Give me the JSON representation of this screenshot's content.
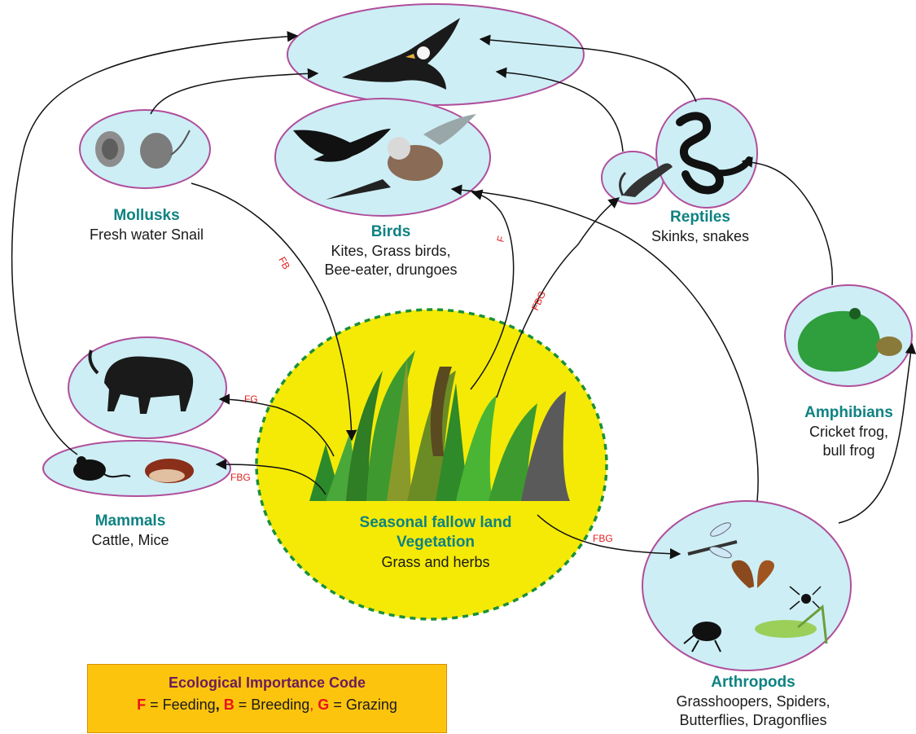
{
  "colors": {
    "node_fill": "#cdeef5",
    "node_stroke": "#b04e9b",
    "vegetation_fill": "#f4ea06",
    "vegetation_stroke": "#1b8f3a",
    "title_teal": "#0f8282",
    "code_red": "#e02020",
    "legend_bg": "#fdc40e",
    "legend_title": "#6b1d5a"
  },
  "groups": {
    "vegetation": {
      "title_line1": "Seasonal fallow land",
      "title_line2": "Vegetation",
      "desc": "Grass and herbs"
    },
    "birds": {
      "title": "Birds",
      "desc_line1": "Kites, Grass birds,",
      "desc_line2": "Bee-eater, drungoes"
    },
    "mollusks": {
      "title": "Mollusks",
      "desc": "Fresh water Snail"
    },
    "reptiles": {
      "title": "Reptiles",
      "desc": "Skinks, snakes"
    },
    "amphibians": {
      "title": "Amphibians",
      "desc_line1": "Cricket frog,",
      "desc_line2": "bull frog"
    },
    "mammals": {
      "title": "Mammals",
      "desc": "Cattle, Mice"
    },
    "arthropods": {
      "title": "Arthropods",
      "desc_line1": "Grasshoopers, Spiders,",
      "desc_line2": "Butterflies, Dragonflies"
    }
  },
  "edge_codes": {
    "veg_to_mollusk": "FB",
    "veg_to_birds": "F",
    "veg_to_reptiles": "FBG",
    "veg_to_cattle": "FG",
    "veg_to_mice": "FBG",
    "veg_to_arthropods": "FBG"
  },
  "legend": {
    "title": "Ecological Importance Code",
    "f_key": "F",
    "f_text": " = Feeding",
    "sep1": ", ",
    "b_key": "B",
    "b_text": " = Breeding",
    "sep2": ", ",
    "g_key": "G",
    "g_text": " = Grazing"
  },
  "icons": [
    "eagle-icon",
    "swallow-icon",
    "bird-icon",
    "snail-icon",
    "lizard-icon",
    "snake-icon",
    "frog-icon",
    "buffalo-icon",
    "mouse-icon",
    "vole-icon",
    "dragonfly-icon",
    "butterfly-icon",
    "beetle-icon",
    "grasshopper-icon",
    "spider-icon",
    "grass-icon"
  ]
}
